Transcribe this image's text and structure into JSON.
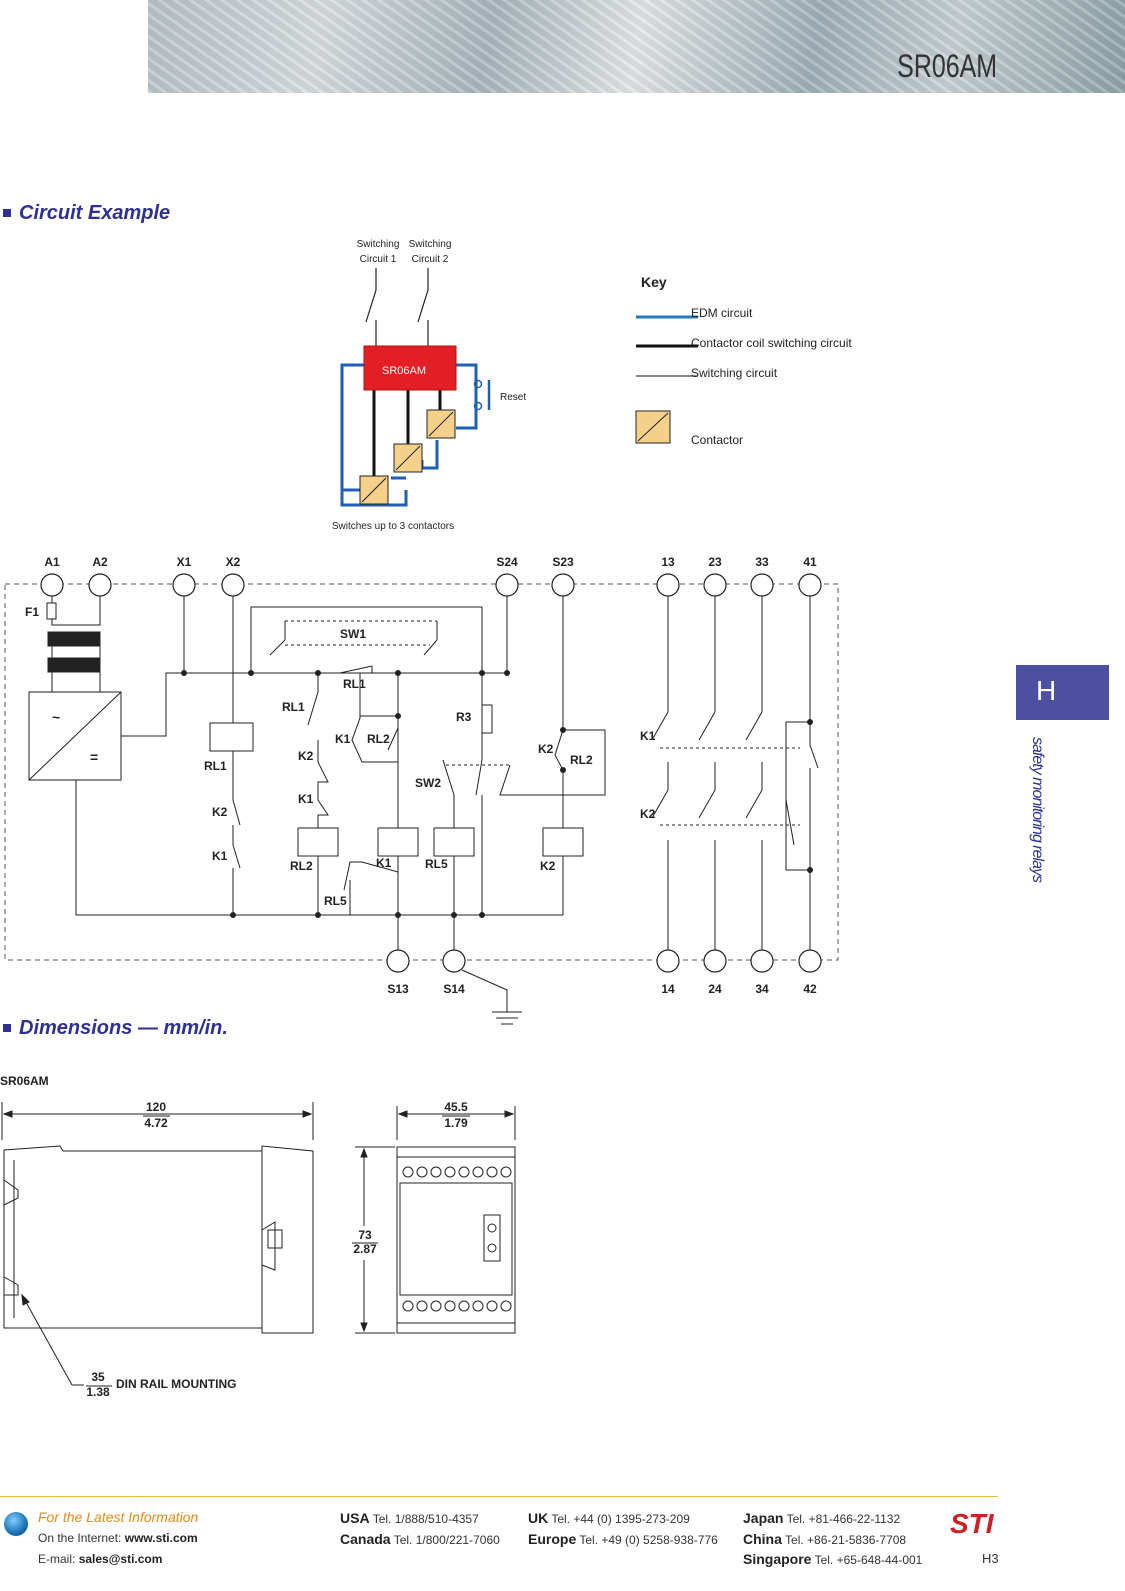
{
  "header": {
    "title": "SR06AM"
  },
  "side_tab": {
    "letter": "H",
    "text": "safety monitoring relays"
  },
  "sections": {
    "circuit": "Circuit Example",
    "dimensions": "Dimensions — mm/in."
  },
  "circuit_example": {
    "switching1": [
      "Switching",
      "Circuit 1"
    ],
    "switching2": [
      "Switching",
      "Circuit 2"
    ],
    "unit": "SR06AM",
    "reset": "Reset",
    "caption": "Switches up to 3 contactors"
  },
  "key": {
    "title": "Key",
    "items": [
      "EDM circuit",
      "Contactor coil switching circuit",
      "Switching circuit",
      "Contactor"
    ],
    "colors": {
      "edm": "#1f7ac0",
      "unit": "#e31e24",
      "contactor": "#f6d08a"
    }
  },
  "schematic": {
    "top_terminals": [
      "A1",
      "A2",
      "X1",
      "X2",
      "S24",
      "S23",
      "13",
      "23",
      "33",
      "41"
    ],
    "bottom_terminals": [
      "S13",
      "S14",
      "14",
      "24",
      "34",
      "42"
    ],
    "labels": [
      "F1",
      "SW1",
      "RL1",
      "RL1",
      "R3",
      "K1",
      "RL2",
      "K2",
      "SW2",
      "K2",
      "RL2",
      "K1",
      "RL1",
      "K2",
      "K1",
      "K2",
      "K1",
      "RL2",
      "K1",
      "RL5",
      "K2",
      "RL5",
      "K1",
      "K2",
      "~",
      "="
    ]
  },
  "dimensions": {
    "model": "SR06AM",
    "width": {
      "mm": "120",
      "in": "4.72"
    },
    "depth": {
      "mm": "45.5",
      "in": "1.79"
    },
    "height": {
      "mm": "73",
      "in": "2.87"
    },
    "din": {
      "mm": "35",
      "in": "1.38",
      "label": "DIN RAIL MOUNTING"
    }
  },
  "footer": {
    "latest": "For the Latest Information",
    "internet_label": "On the Internet:",
    "internet": "www.sti.com",
    "email_label": "E-mail:",
    "email": "sales@sti.com",
    "usa_label": "USA",
    "usa": "Tel. 1/888/510-4357",
    "canada_label": "Canada",
    "canada": "Tel. 1/800/221-7060",
    "uk_label": "UK",
    "uk": "Tel. +44 (0) 1395-273-209",
    "europe_label": "Europe",
    "europe": "Tel. +49 (0) 5258-938-776",
    "japan_label": "Japan",
    "japan": "Tel. +81-466-22-1132",
    "china_label": "China",
    "china": "Tel. +86-21-5836-7708",
    "singapore_label": "Singapore",
    "singapore": "Tel. +65-648-44-001",
    "logo": "STI",
    "page": "H3"
  }
}
